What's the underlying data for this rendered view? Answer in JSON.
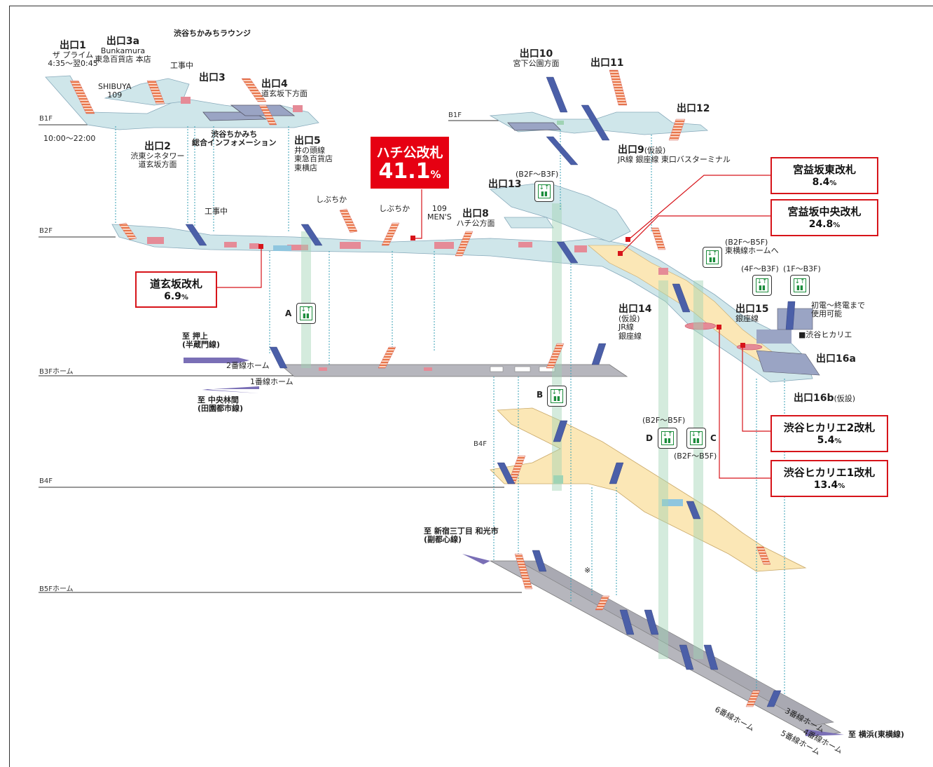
{
  "floors": {
    "b1f": "B1F",
    "b1f_east": "B1F",
    "b2f": "B2F",
    "b3f": "B3Fホーム",
    "b4f": "B4F",
    "b4f_mid": "B4F",
    "b5f": "B5Fホーム"
  },
  "exits": {
    "e1": {
      "name": "出口1",
      "sub1": "ザ プライム",
      "sub2": "4:35〜翌0:45"
    },
    "e1_hours": "10:00〜22:00",
    "e3a": {
      "name": "出口3a",
      "sub1": "Bunkamura",
      "sub2": "東急百貨店 本店"
    },
    "lounge": "渋谷ちかみちラウンジ",
    "construction1": "工事中",
    "e3": {
      "name": "出口3"
    },
    "e4": {
      "name": "出口4",
      "sub1": "道玄坂下方面"
    },
    "shibuya109": "SHIBUYA\n109",
    "e2": {
      "name": "出口2",
      "sub1": "渋東シネタワー",
      "sub2": "道玄坂方面"
    },
    "info": "渋谷ちかみち\n総合インフォメーション",
    "e5": {
      "name": "出口5",
      "sub1": "井の頭線",
      "sub2": "東急百貨店",
      "sub3": "東横店"
    },
    "e10": {
      "name": "出口10",
      "sub1": "宮下公園方面"
    },
    "e11": {
      "name": "出口11"
    },
    "e12": {
      "name": "出口12"
    },
    "e9": {
      "name": "出口9",
      "tag": "(仮設)",
      "sub1": "JR線 銀座線 東口バスターミナル"
    },
    "e13": {
      "name": "出口13",
      "elev": "(B2F〜B3F)"
    },
    "construction2": "工事中",
    "shibuchika1": "しぶちか",
    "shibuchika2": "しぶちか",
    "mens109": "109\nMEN'S",
    "e8": {
      "name": "出口8",
      "sub1": "ハチ公方面"
    },
    "e14": {
      "name": "出口14",
      "sub1": "(仮設)",
      "sub2": "JR線",
      "sub3": "銀座線"
    },
    "e15": {
      "name": "出口15",
      "sub1": "銀座線"
    },
    "hikarie": "■渋谷ヒカリエ",
    "e16a": {
      "name": "出口16a"
    },
    "e16b": {
      "name": "出口16b",
      "tag": "(仮設)"
    }
  },
  "gates": {
    "hachi": {
      "name": "ハチ公改札",
      "pct": "41.1",
      "unit": "%"
    },
    "dogen": {
      "name": "道玄坂改札",
      "pct": "6.9",
      "unit": "%"
    },
    "miyamasu_east": {
      "name": "宮益坂東改札",
      "pct": "8.4",
      "unit": "%"
    },
    "miyamasu_center": {
      "name": "宮益坂中央改札",
      "pct": "24.8",
      "unit": "%"
    },
    "hikarie2": {
      "name": "渋谷ヒカリエ2改札",
      "pct": "5.4",
      "unit": "%"
    },
    "hikarie1": {
      "name": "渋谷ヒカリエ1改札",
      "pct": "13.4",
      "unit": "%"
    }
  },
  "elevators": {
    "a": "A",
    "b": "B",
    "c": "C",
    "d": "D",
    "toyoko": "(B2F〜B5F)\n東横線ホームへ",
    "e4f": "(4F〜B3F)",
    "e1f": "(1F〜B3F)",
    "hours": "初電〜終電まで\n使用可能",
    "d_range": "(B2F〜B5F)",
    "c_range": "(B2F〜B5F)"
  },
  "directions": {
    "oshiage": "至 押上\n(半蔵門線)",
    "platform2": "2番線ホーム",
    "platform1": "1番線ホーム",
    "chuorinkan": "至 中央林間\n(田園都市線)",
    "shinjuku": "至 新宿三丁目 和光市\n(副都心線)",
    "platform3": "3番線ホーム",
    "platform4": "4番線ホーム",
    "platform5": "5番線ホーム",
    "platform6": "6番線ホーム",
    "yokohama": "至 横浜(東横線)",
    "note": "※"
  },
  "colors": {
    "gate_red": "#e60012",
    "concourse": "#cfe6ea",
    "yellow": "#fbe7b6",
    "platform": "#b6b6bd",
    "green": "#9fd3b4",
    "stairs": "#e8754a",
    "escalator": "#4b5fa8",
    "pink": "#e58b97"
  }
}
